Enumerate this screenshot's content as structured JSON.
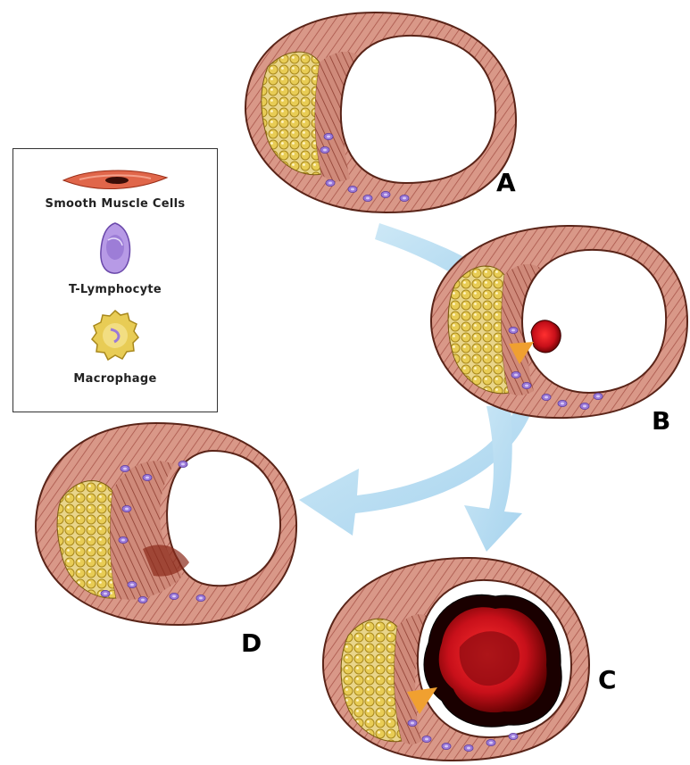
{
  "legend": {
    "smooth_muscle_label": "Smooth Muscle Cells",
    "t_lymphocyte_label": "T-Lymphocyte",
    "macrophage_label": "Macrophage"
  },
  "panels": {
    "a": "A",
    "b": "B",
    "c": "C",
    "d": "D"
  },
  "colors": {
    "vessel_wall": "#d99888",
    "vessel_outline": "#5a2418",
    "wall_stripe": "#9a4a3a",
    "macrophage": "#e8cc55",
    "macrophage_edge": "#a8881c",
    "lymphocyte": "#9b7ad8",
    "thrombus": "#c8101a",
    "thrombus_dark": "#220000",
    "arrow": "#b4dcf0"
  }
}
